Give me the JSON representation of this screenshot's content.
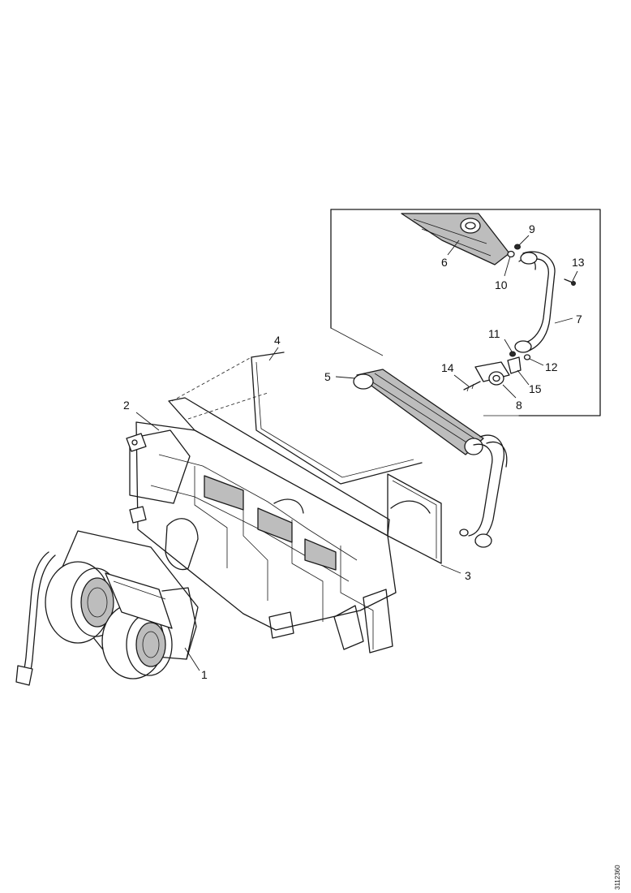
{
  "diagram": {
    "callouts": [
      "1",
      "2",
      "3",
      "4",
      "5",
      "6",
      "7",
      "8",
      "9",
      "10",
      "11",
      "12",
      "13",
      "14",
      "15"
    ],
    "reference_code": "3112360"
  }
}
